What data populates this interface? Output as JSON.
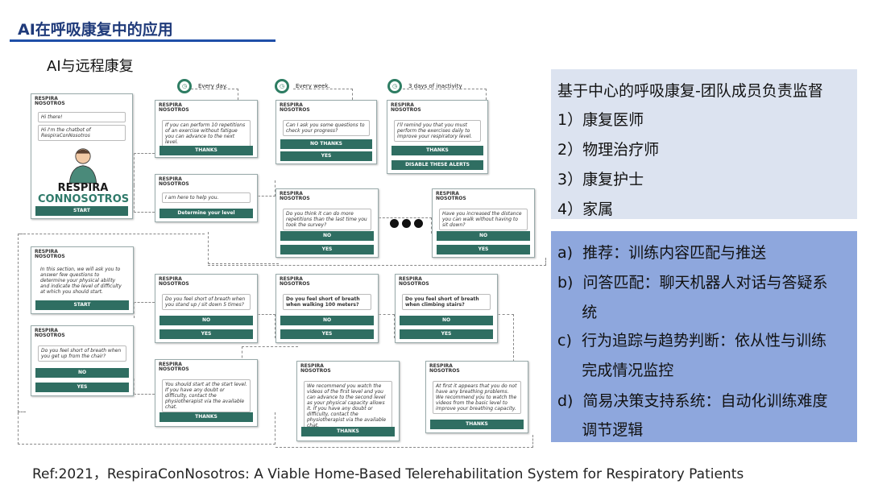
{
  "slide": {
    "title": "AI在呼吸康复中的应用",
    "subtitle": "AI与远程康复",
    "reference": "Ref:2021，RespiraConNosotros: A Viable Home-Based Telerehabilitation System for Respiratory Patients"
  },
  "panel_top": {
    "heading": "基于中心的呼吸康复-团队成员负责监督",
    "items": [
      "1）康复医师",
      "2）物理治疗师",
      "3）康复护士",
      "4）家属"
    ]
  },
  "panel_bottom": {
    "lines": [
      "a)  推荐：训练内容匹配与推送",
      "b)  问答匹配：聊天机器人对话与答疑系",
      "     统",
      "c)  行为追踪与趋势判断：依从性与训练",
      "     完成情况监控",
      "d)  简易决策支持系统：自动化训练难度",
      "     调节逻辑"
    ]
  },
  "diagram": {
    "logo": "RESPIRA\nNOSOTROS",
    "brand_line1": "RESPIRA",
    "brand_line2": "CONNOSOTROS",
    "schedules": [
      "Every day.",
      "Every week.",
      "3 days of inactivity"
    ],
    "cards": {
      "start": {
        "b1": "Hi there!",
        "b2": "Hi I'm the chatbot of RespiraConNosotros",
        "btn": "START"
      },
      "daily": {
        "b1": "If you can perform 10 repetitions of an exercise without fatigue you can advance to the next level.",
        "btn": "THANKS"
      },
      "weekly": {
        "b1": "Can I ask you some questions to check your progress?",
        "btn1": "NO THANKS",
        "btn2": "YES"
      },
      "inactive": {
        "b1": "I'll remind you that you must perform the exercises daily to improve your respiratory level.",
        "btn1": "THANKS",
        "btn2": "DISABLE THESE ALERTS"
      },
      "help": {
        "b1": "I am here to help you.",
        "btn": "Determine your level"
      },
      "reps": {
        "b1": "Do you think it can do more repetitions than the last time you took the survey?",
        "btn1": "NO",
        "btn2": "YES"
      },
      "distance": {
        "b1": "Have you increased the distance you can walk without having to sit down?",
        "btn1": "NO",
        "btn2": "YES"
      },
      "section": {
        "b1": "In this section, we will ask you to answer few questions to determine your physical ability and indicate the level of difficulty at which you should start.",
        "btn": "START"
      },
      "standup": {
        "b1": "Do you feel short of breath when you stand up / sit down 5 times?",
        "btn1": "NO",
        "btn2": "YES"
      },
      "walk100": {
        "b1": "Do you feel short of breath when walking 100 meters?",
        "btn1": "NO",
        "btn2": "YES"
      },
      "stairs": {
        "b1": "Do you feel short of breath when climbing stairs?",
        "btn1": "NO",
        "btn2": "YES"
      },
      "getup": {
        "b1": "Do you feel short of breath when you get up from the chair?",
        "btn1": "NO",
        "btn2": "YES"
      },
      "startlevel": {
        "b1": "You should start at the start level. If you have any doubt or difficulty, contact the physiotherapist via the available chat.",
        "btn": "THANKS"
      },
      "recommend": {
        "b1": "We recommend you watch the videos of the first level and you can advance to the second level as your physical capacity allows it. If you have any doubt or difficulty, contact the physiotherapist via the available chat.",
        "btn": "THANKS"
      },
      "atfirst": {
        "b1": "At first it appears that you do not have any breathing problems. We recommend you to watch the videos from the basic level to improve your breathing capacity.",
        "btn": "THANKS"
      }
    }
  }
}
